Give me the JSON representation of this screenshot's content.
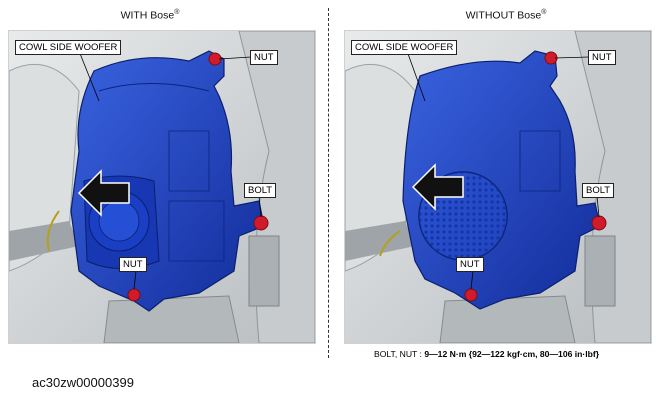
{
  "panels": [
    {
      "title": "WITH Bose",
      "title_mark": "®",
      "callouts": {
        "woofer": "COWL SIDE WOOFER",
        "nut_top": "NUT",
        "bolt": "BOLT",
        "nut_bottom": "NUT"
      }
    },
    {
      "title": "WITHOUT Bose",
      "title_mark": "®",
      "callouts": {
        "woofer": "COWL SIDE WOOFER",
        "nut_top": "NUT",
        "bolt": "BOLT",
        "nut_bottom": "NUT"
      }
    }
  ],
  "torque_label": "BOLT, NUT : ",
  "torque_value": "9—12 N·m {92—122 kgf·cm, 80—106 in·lbf}",
  "figure_id": "ac30zw00000399",
  "colors": {
    "woofer_blue": "#1a3fc4",
    "fastener_red": "#d21b2a",
    "arrow": "#111111"
  }
}
